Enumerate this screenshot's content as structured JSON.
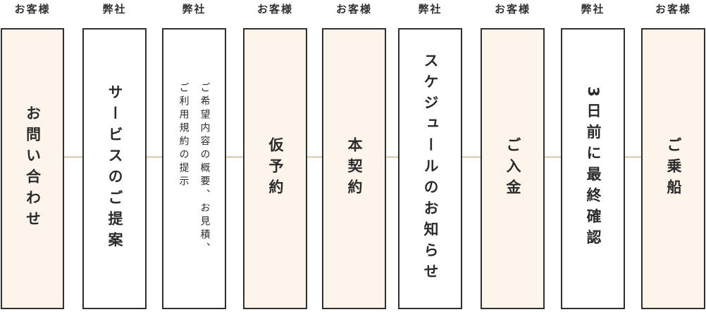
{
  "steps": [
    {
      "actor": "お客様",
      "actor_type": "customer",
      "label": "お問い合わせ"
    },
    {
      "actor": "弊社",
      "actor_type": "company",
      "label": "サービスのご提案"
    },
    {
      "actor": "弊社",
      "actor_type": "company",
      "label": "ご希望内容の概要、お見積、\nご利用規約の提示"
    },
    {
      "actor": "お客様",
      "actor_type": "customer",
      "label": "仮予約"
    },
    {
      "actor": "お客様",
      "actor_type": "customer",
      "label": "本契約"
    },
    {
      "actor": "弊社",
      "actor_type": "company",
      "label": "スケジュールのお知らせ"
    },
    {
      "actor": "お客様",
      "actor_type": "customer",
      "label": "ご入金"
    },
    {
      "actor": "弊社",
      "actor_type": "company",
      "label": "3日前に最終確認"
    },
    {
      "actor": "お客様",
      "actor_type": "customer",
      "label": "ご乗船"
    }
  ],
  "colors": {
    "customer_fill": "#fdf5ec",
    "company_fill": "#ffffff",
    "border": "#2f2f2f",
    "connector": "#e3d5c4",
    "text": "#2b2b2b"
  }
}
